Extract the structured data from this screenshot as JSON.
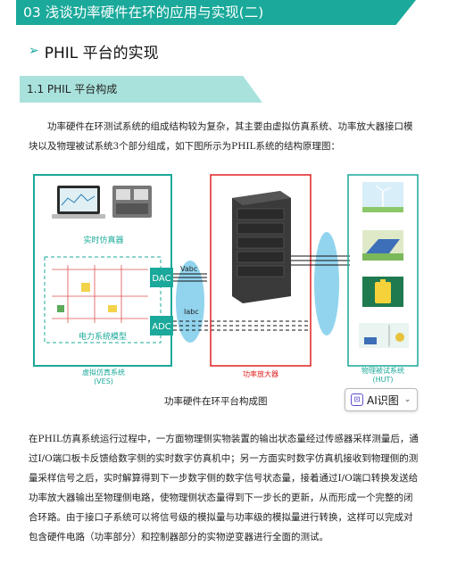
{
  "header": {
    "title": "03 浅谈功率硬件在环的应用与实现(二)"
  },
  "section": {
    "arrow": "➢",
    "title": "PHIL 平台的实现"
  },
  "subsection": {
    "title": "1.1 PHIL 平台构成"
  },
  "paragraph1": "功率硬件在环测试系统的组成结构较为复杂，其主要由虚拟仿真系统、功率放大器接口模块以及物理被试系统3个部分组成，如下图所示为PHIL系统的结构原理图：",
  "diagram": {
    "realtime_sim_label": "实时仿真器",
    "power_model_label": "电力系统模型",
    "dac_label": "DAC",
    "adc_label": "ADC",
    "vabc_label": "Vabc",
    "iabc_label": "Iabc",
    "ves_label": "虚拟仿真系统",
    "ves_abbr": "(VES)",
    "amp_label": "功率放大器",
    "hut_label": "物理被试系统",
    "hut_abbr": "(HUT)",
    "colors": {
      "teal": "#1aa99a",
      "red": "#e02020",
      "blue_ellipse": "#6ec6e8"
    }
  },
  "caption": "功率硬件在环平台构成图",
  "ai_button": {
    "label": "AI识图",
    "icon": "ai-scan-icon"
  },
  "paragraph2": "在PHIL仿真系统运行过程中，一方面物理侧实物装置的输出状态量经过传感器采样测量后，通过I/O端口板卡反馈给数字侧的实时数字仿真机中；另一方面实时数字仿真机接收到物理侧的测量采样信号之后，实时解算得到下一步数字侧的数字信号状态量，接着通过I/O端口转换发送给功率放大器输出至物理侧电路，使物理侧状态量得到下一步长的更新，从而形成一个完整的闭合环路。由于接口子系统可以将信号级的模拟量与功率级的模拟量进行转换，这样可以完成对包含硬件电路（功率部分）和控制器部分的实物逆变器进行全面的测试。"
}
